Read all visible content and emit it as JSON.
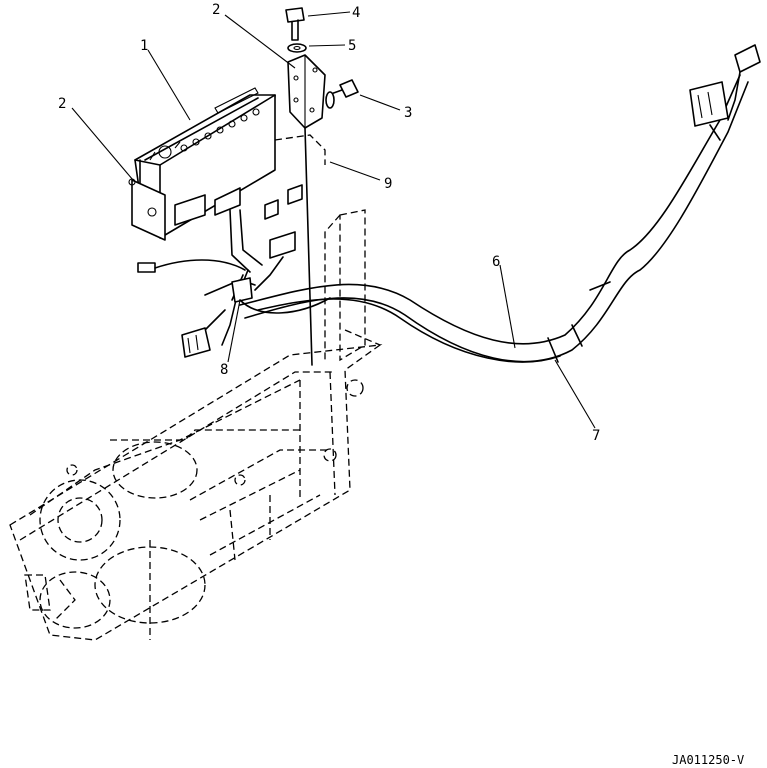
{
  "callouts": {
    "c1": "1",
    "c2a": "2",
    "c2b": "2",
    "c3": "3",
    "c4": "4",
    "c5": "5",
    "c6": "6",
    "c7": "7",
    "c8": "8",
    "c9": "9"
  },
  "drawing_code": "JA011250-V"
}
